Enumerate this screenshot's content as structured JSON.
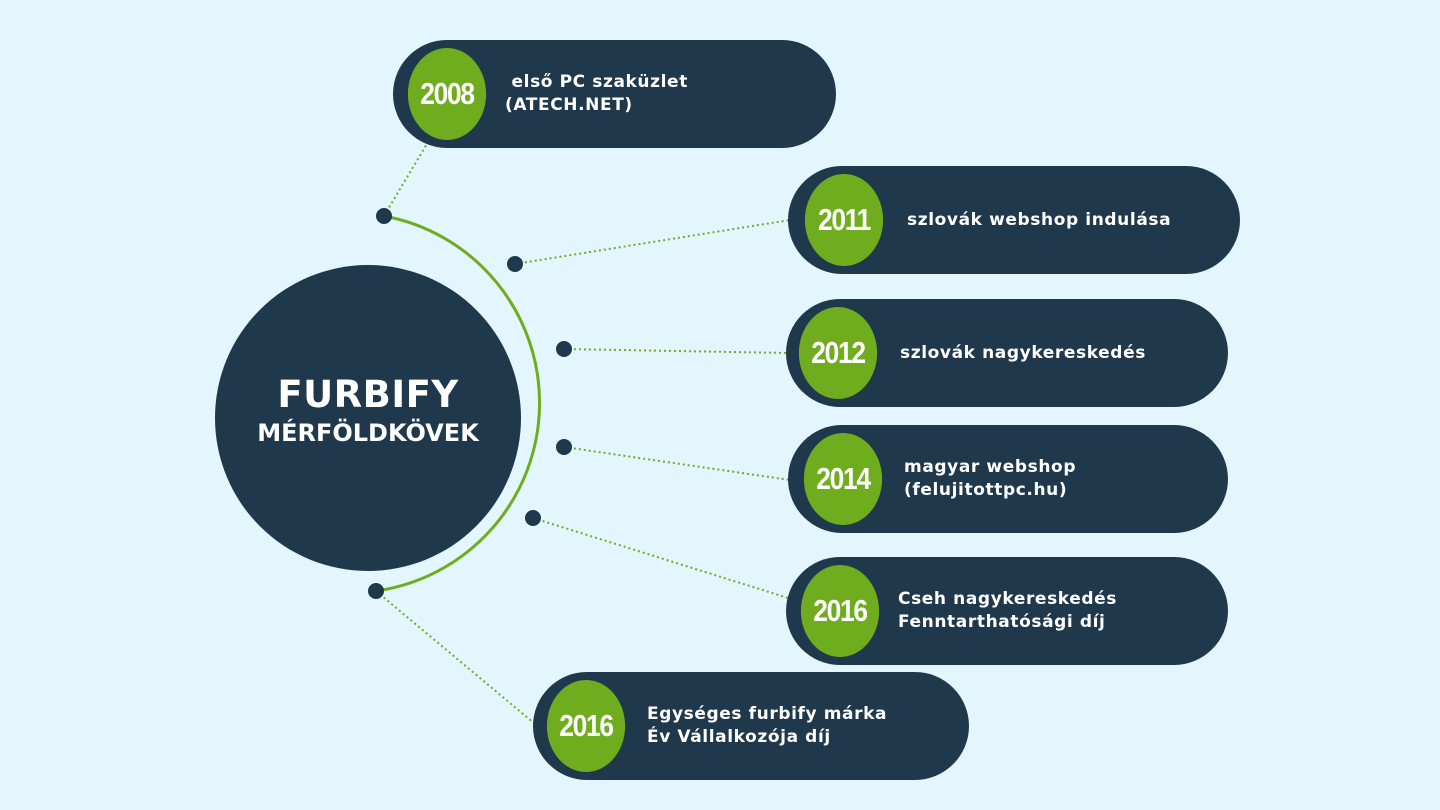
{
  "hub": {
    "title": "FURBIFY",
    "subtitle": "MÉRFÖLDKÖVEK"
  },
  "colors": {
    "background": "#e3f6fd",
    "navy": "#1f384c",
    "green": "#70ad1e",
    "text": "#ffffff"
  },
  "milestones": [
    {
      "year": "2008",
      "line1": " első PC szaküzlet",
      "line2": "(ATECH.NET)"
    },
    {
      "year": "2011",
      "line1": "szlovák webshop indulása",
      "line2": ""
    },
    {
      "year": "2012",
      "line1": "szlovák nagykereskedés",
      "line2": ""
    },
    {
      "year": "2014",
      "line1": "magyar webshop",
      "line2": "(felujitottpc.hu)"
    },
    {
      "year": "2016",
      "line1": "Cseh nagykereskedés",
      "line2": "Fenntarthatósági díj"
    },
    {
      "year": "2016",
      "line1": "Egységes furbify márka",
      "line2": "Év Vállalkozója díj"
    }
  ]
}
